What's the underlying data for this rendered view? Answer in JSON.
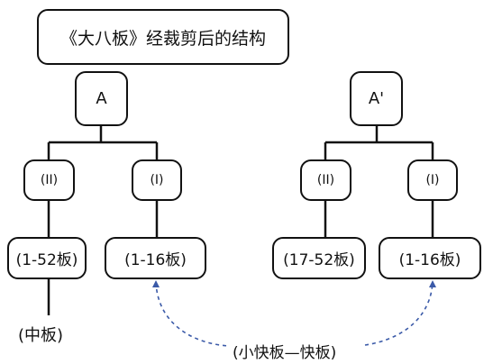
{
  "title": "《大八板》经裁剪后的结构",
  "left_tree": {
    "root": "A",
    "branch_ii": "(II)",
    "branch_i": "(I)",
    "leaf_ii": "(1-52板)",
    "leaf_i": "(1-16板)",
    "tail": "(中板)"
  },
  "right_tree": {
    "root": "A'",
    "branch_ii": "(II)",
    "branch_i": "(I)",
    "leaf_ii": "(17-52板)",
    "leaf_i": "(1-16板)"
  },
  "link_label": "(小快板—快板)",
  "colors": {
    "line": "#111111",
    "link": "#3b5aa8"
  }
}
